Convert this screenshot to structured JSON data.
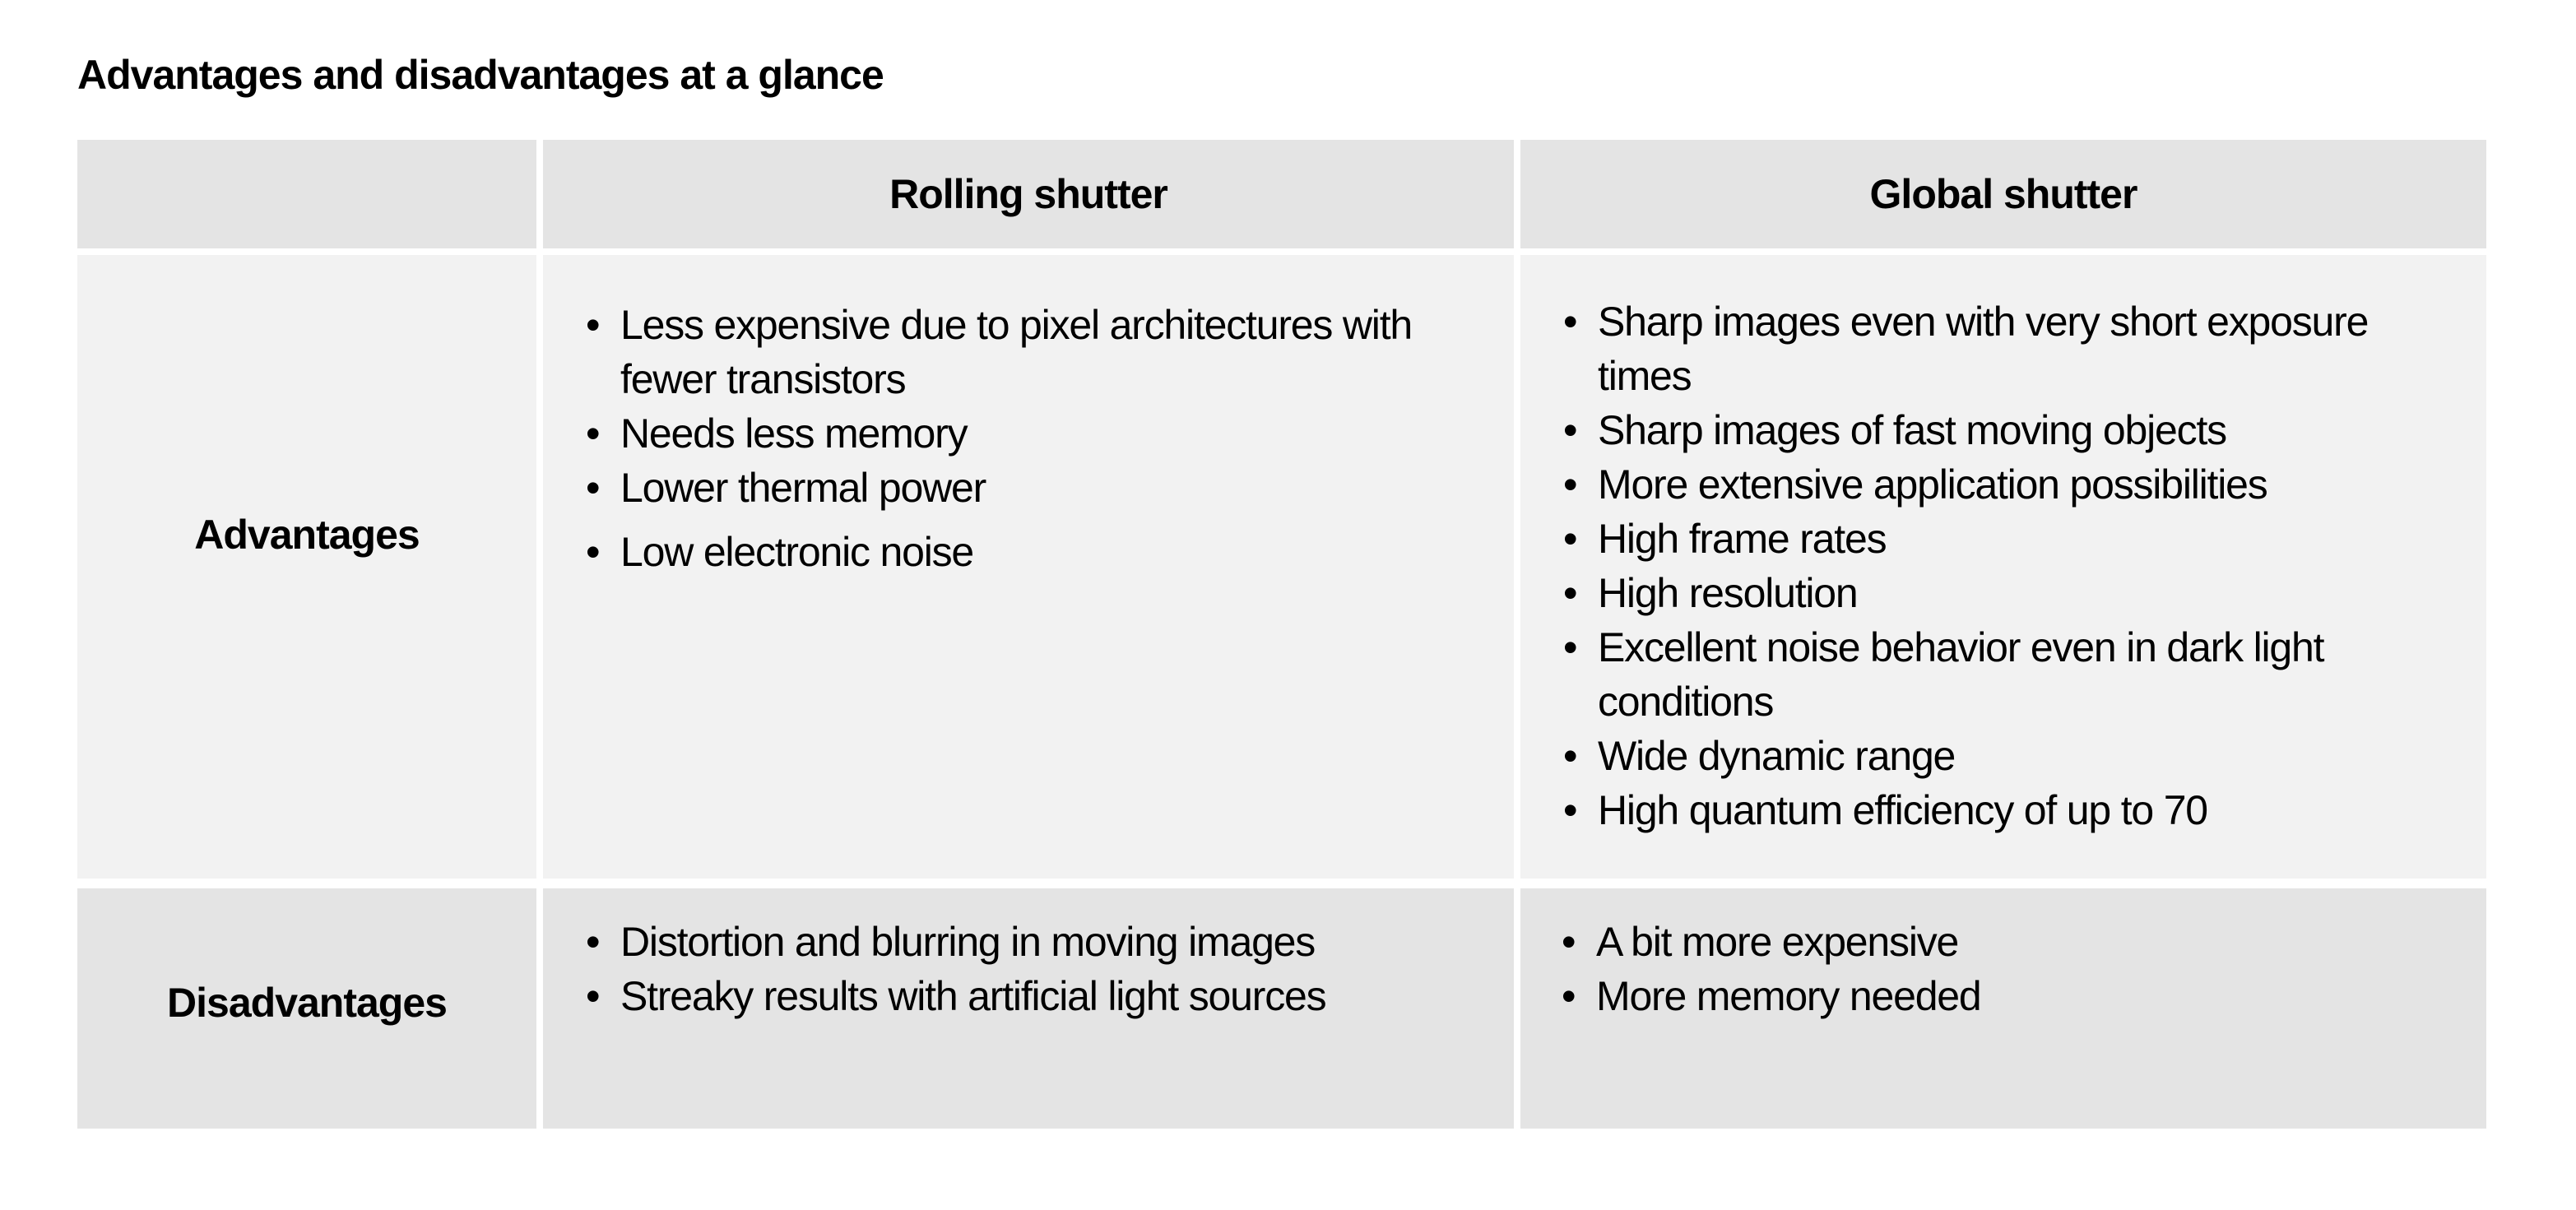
{
  "title": "Advantages and disadvantages at a glance",
  "table": {
    "columns": [
      "",
      "Rolling shutter",
      "Global shutter"
    ],
    "rows": [
      {
        "label": "Advantages",
        "rolling": [
          "Less expensive due to pixel architectures with fewer transistors",
          "Needs less memory",
          "Lower thermal power",
          "Low electronic noise"
        ],
        "global": [
          "Sharp images even with very short exposure times",
          "Sharp images of fast moving objects",
          "More extensive application possibilities",
          "High frame rates",
          "High resolution",
          "Excellent noise behavior even in dark light conditions",
          "Wide dynamic range",
          "High quantum efficiency of up to 70"
        ]
      },
      {
        "label": "Disadvantages",
        "rolling": [
          "Distortion and blurring in moving images",
          "Streaky results with artificial light sources"
        ],
        "global": [
          "A bit more expensive",
          "More memory needed"
        ]
      }
    ]
  },
  "colors": {
    "header_bg": "#e4e4e4",
    "advantages_bg": "#f2f2f2",
    "disadvantages_bg": "#e4e4e4",
    "text": "#000000"
  }
}
